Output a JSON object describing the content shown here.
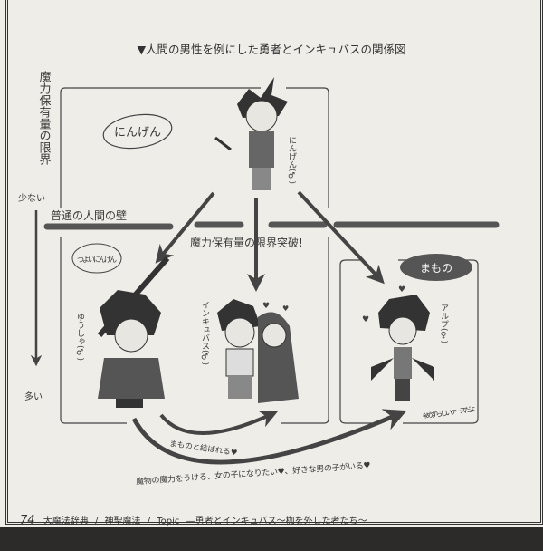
{
  "title": "▼人間の男性を例にした勇者とインキュバスの関係図",
  "axis": {
    "label": "魔力保有量の限界",
    "top": "少ない",
    "bottom": "多い"
  },
  "wall_label": "普通の人間の壁",
  "breakthrough_label": "魔力保有量の限界突破!",
  "groups": {
    "human": "にんげん",
    "strong_human": "つよいにんげん",
    "monster": "まもの"
  },
  "characters": {
    "human": "にんげん(♂)",
    "hero": "ゆうしゃ(♂)",
    "incubus": "インキュバス(♂)",
    "alp": "アルプ(♀)"
  },
  "notes": {
    "rare": "※めずらしいケースだよ",
    "bond": "まものと結ばれる♥",
    "alp_path": "魔物の魔力をうける、女の子になりたい♥、好きな男の子がいる♥"
  },
  "footer": {
    "page": "74",
    "book": "大魔法辞典",
    "sep": "/",
    "chapter": "神聖魔法",
    "topic_label": "Topic",
    "topic": "—勇者とインキュバス〜枷を外した者たち〜"
  },
  "colors": {
    "ink": "#3a3a3a",
    "paper": "#efede8",
    "monster_fill": "#555555"
  }
}
